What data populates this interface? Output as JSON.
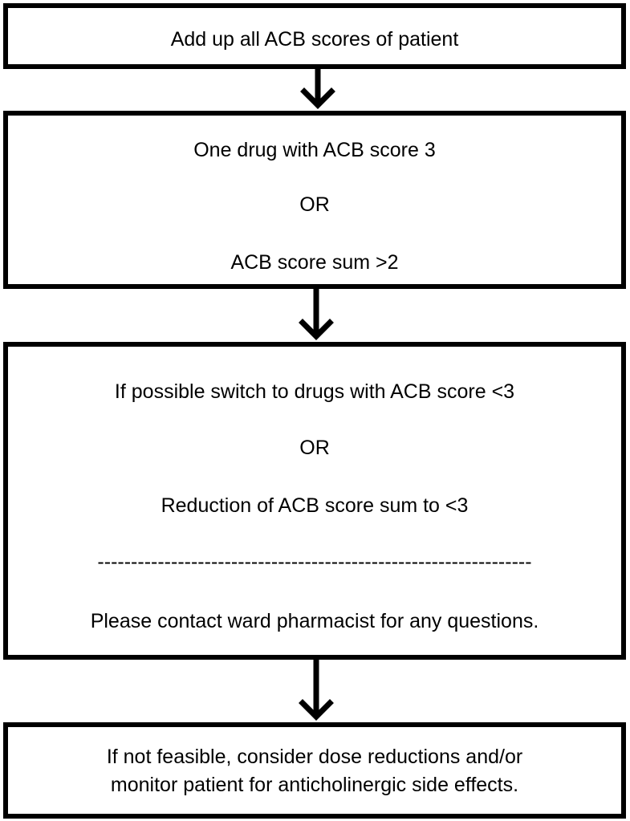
{
  "steps": [
    {
      "lines": [
        "Add up all ACB scores of patient"
      ]
    },
    {
      "lines": [
        "One drug with ACB score 3",
        "OR",
        "ACB score sum >2"
      ]
    },
    {
      "lines": [
        "If possible switch to drugs with ACB score <3",
        "OR",
        "Reduction of ACB score sum to <3",
        "-----------------------------------------------------------------",
        "Please contact ward pharmacist for any questions."
      ]
    },
    {
      "lines": [
        "If not feasible, consider dose reductions and/or",
        "monitor patient for anticholinergic side effects."
      ]
    }
  ],
  "colors": {
    "border": "#000000",
    "text": "#000000",
    "background": "#ffffff"
  }
}
